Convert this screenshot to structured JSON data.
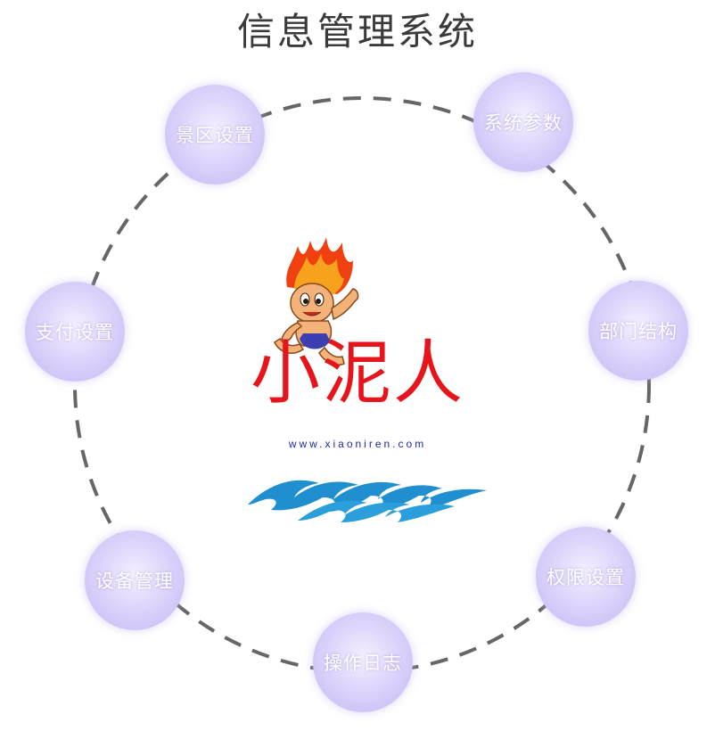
{
  "header": {
    "title": "信息管理系统"
  },
  "nodes": [
    {
      "label": "景区设置"
    },
    {
      "label": "系统参数"
    },
    {
      "label": "支付设置"
    },
    {
      "label": "部门结构"
    },
    {
      "label": "设备管理"
    },
    {
      "label": "权限设置"
    },
    {
      "label": "操作日志"
    }
  ],
  "logo": {
    "name": "小泥人",
    "url": "www.xiaoniren.com"
  },
  "colors": {
    "node_fill": "#c3b6f4",
    "brand_red": "#e8141b",
    "url_blue": "#1e2aa8",
    "wave_blue": "#1f8fd0",
    "ring_stroke": "#666666"
  }
}
